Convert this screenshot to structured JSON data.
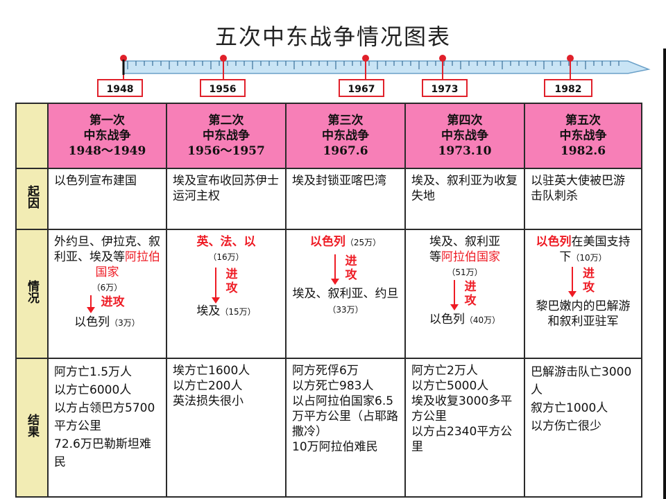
{
  "title": "五次中东战争情况图表",
  "timeline": {
    "years": [
      "1948",
      "1956",
      "1967",
      "1973",
      "1982"
    ]
  },
  "row_headers": {
    "cause": "起因",
    "situation": "情况",
    "result": "结果"
  },
  "wars": [
    {
      "name_line1": "第一次",
      "name_line2": "中东战争",
      "date": "1948～1949",
      "cause": "以色列宣布建国",
      "situation": {
        "attacker": "外约旦、伊拉克、叙利亚、埃及等阿拉伯国家",
        "attacker_plain": "外约旦、伊拉克、叙利亚、埃及等",
        "attacker_red": "阿拉伯国家",
        "attacker_count": "（6万）",
        "attack_word": "进攻",
        "defender": "以色列",
        "defender_count": "（3万）"
      },
      "result": "阿方亡1.5万人\n以方亡6000人\n以方占领巴方5700平方公里\n72.6万巴勒斯坦难民"
    },
    {
      "name_line1": "第二次",
      "name_line2": "中东战争",
      "date": "1956～1957",
      "cause": "埃及宣布收回苏伊士运河主权",
      "situation": {
        "attacker_red": "英、法、以",
        "attacker_count": "（16万）",
        "attack_word_1": "进",
        "attack_word_2": "攻",
        "defender": "埃及",
        "defender_count": "（15万）"
      },
      "result": "埃方亡1600人\n以方亡200人\n英法损失很小"
    },
    {
      "name_line1": "第三次",
      "name_line2": "中东战争",
      "date": "1967.6",
      "cause": "埃及封锁亚喀巴湾",
      "situation": {
        "attacker_red": "以色列",
        "attacker_count": "（25万）",
        "attack_word_1": "进",
        "attack_word_2": "攻",
        "defender": "埃及、叙利亚、约旦",
        "defender_count": "（33万）"
      },
      "result": "阿方死俘6万\n以方死亡983人\n以占阿拉伯国家6.5万平方公里（占耶路撒冷）\n10万阿拉伯难民"
    },
    {
      "name_line1": "第四次",
      "name_line2": "中东战争",
      "date": "1973.10",
      "cause": "埃及、叙利亚为收复失地",
      "situation": {
        "attacker_plain_1": "埃及、叙利亚",
        "attacker_plain_2": "等",
        "attacker_red": "阿拉伯国家",
        "attacker_count": "（51万）",
        "attack_word_1": "进",
        "attack_word_2": "攻",
        "defender": "以色列",
        "defender_count": "（40万）"
      },
      "result": "阿方亡2万人\n以方亡5000人\n埃及收复3000多平方公里\n以方占2340平方公里"
    },
    {
      "name_line1": "第五次",
      "name_line2": "中东战争",
      "date": "1982.6",
      "cause": "以驻英大使被巴游击队刺杀",
      "situation": {
        "attacker_red": "以色列",
        "attacker_plain": "在美国支持下",
        "attacker_count": "（10万）",
        "attack_word_1": "进",
        "attack_word_2": "攻",
        "defender": "黎巴嫩内的巴解游和叙利亚驻军"
      },
      "result": "巴解游击队亡3000人\n叙方亡1000人\n以方伤亡很少"
    }
  ]
}
